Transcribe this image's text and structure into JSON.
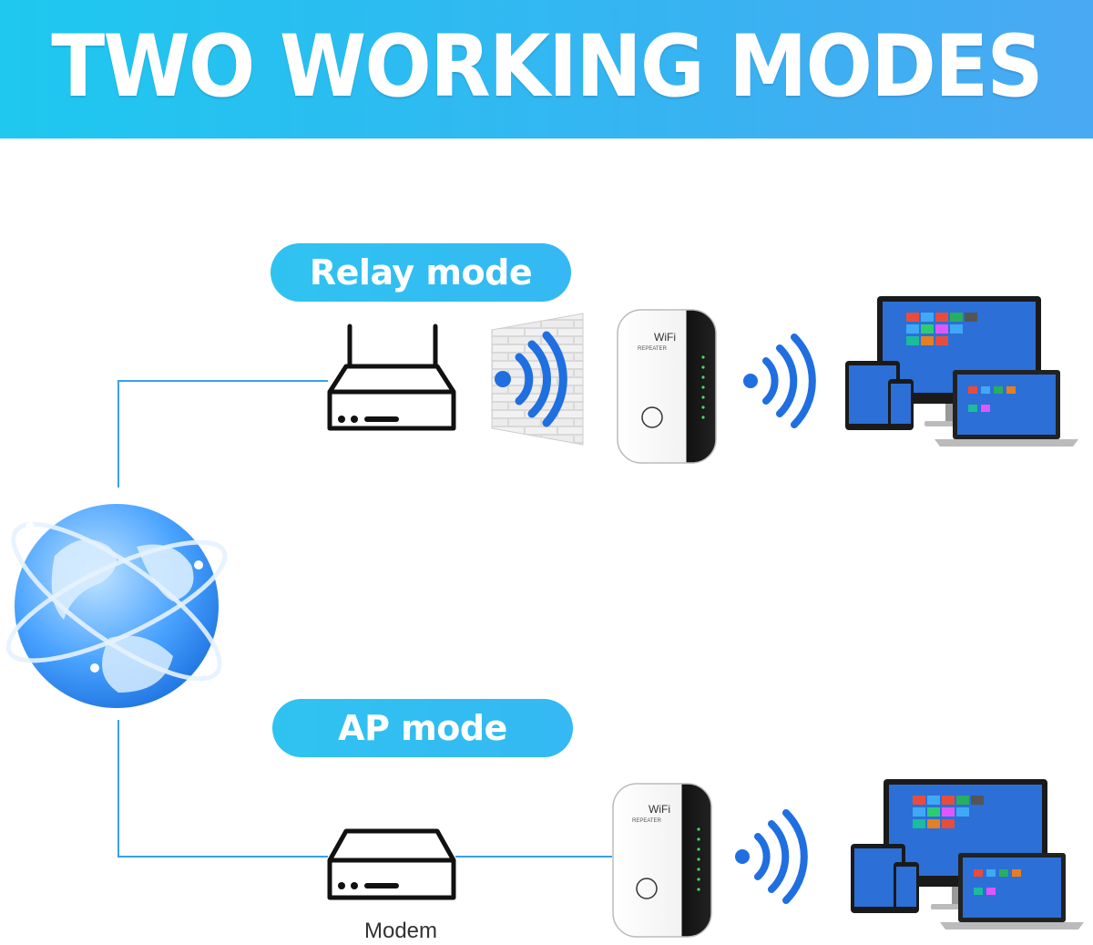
{
  "header": {
    "title": "TWO WORKING MODES"
  },
  "modes": [
    {
      "label": "Relay mode"
    },
    {
      "label": "AP mode"
    }
  ],
  "devices": {
    "modem_label": "Modem",
    "repeater_brand": "WiFi",
    "repeater_text": "REPEATER"
  },
  "colors": {
    "banner": "#2fbdf0",
    "pill": "#2fc3f0",
    "line": "#3aa0e8",
    "signal": "#1f6fe0"
  },
  "icons": [
    "globe-icon",
    "router-icon",
    "brick-wall-icon",
    "wifi-repeater-icon",
    "wifi-signal-icon",
    "devices-icon",
    "modem-icon"
  ]
}
